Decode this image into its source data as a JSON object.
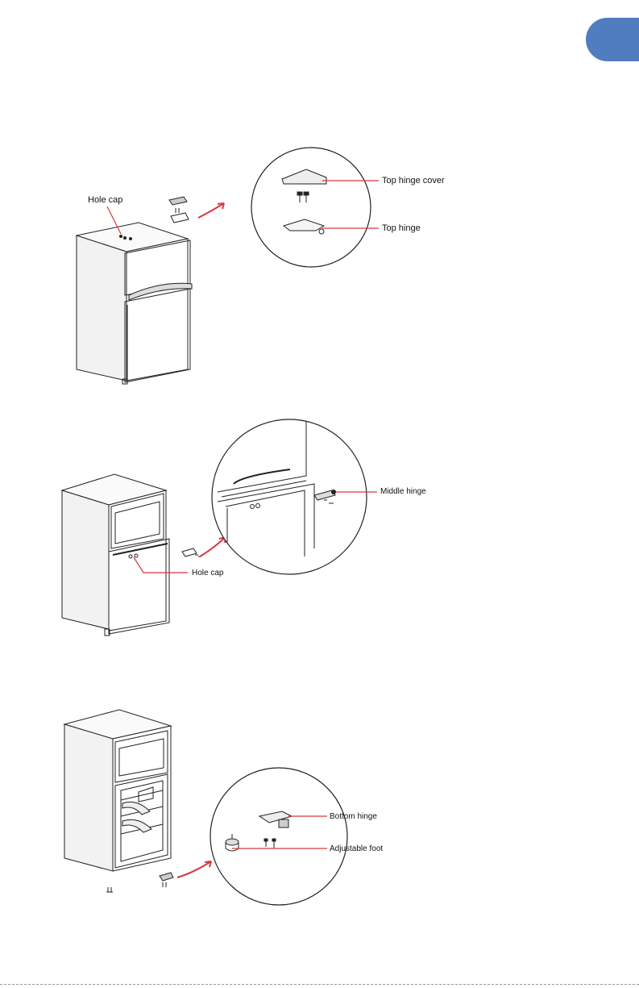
{
  "page_tab": {
    "color": "#4f7dbf"
  },
  "figure1": {
    "hole_cap": "Hole cap",
    "top_hinge_cover": "Top hinge cover",
    "top_hinge": "Top hinge"
  },
  "figure2": {
    "middle_hinge": "Middle hinge",
    "hole_cap": "Hole cap"
  },
  "figure3": {
    "bottom_hinge": "Bottom hinge",
    "adjustable_foot": "Adjustable foot"
  },
  "colors": {
    "leader_line": "#d9363e",
    "line_art": "#222222",
    "tab": "#4f7dbf"
  }
}
